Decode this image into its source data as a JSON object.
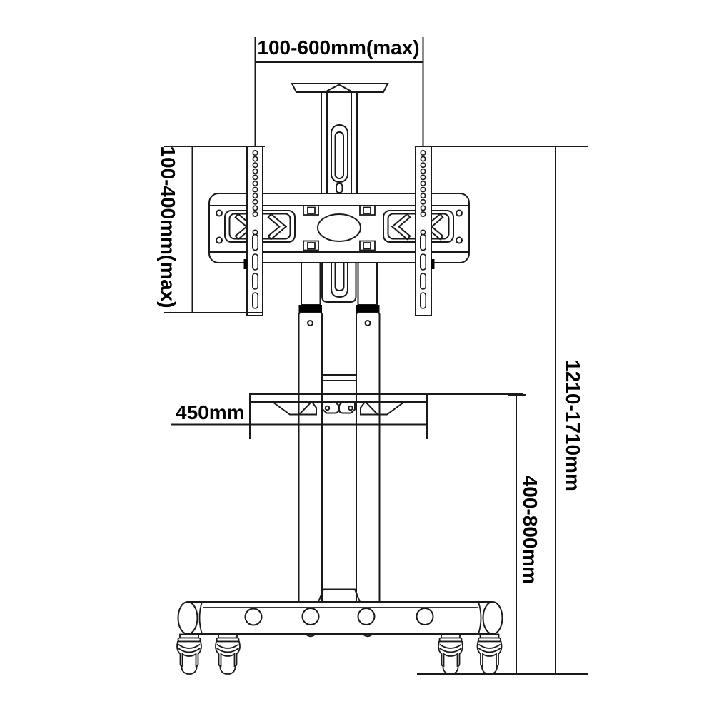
{
  "diagram": {
    "background": "#ffffff",
    "line_color": "#1a1a1a",
    "label_color": "#000000",
    "labels": {
      "top_width": "100-600mm(max)",
      "bracket_height": "100-400mm(max)",
      "shelf_width": "450mm",
      "total_height": "1210-1710mm",
      "lower_height": "400-800mm"
    }
  }
}
